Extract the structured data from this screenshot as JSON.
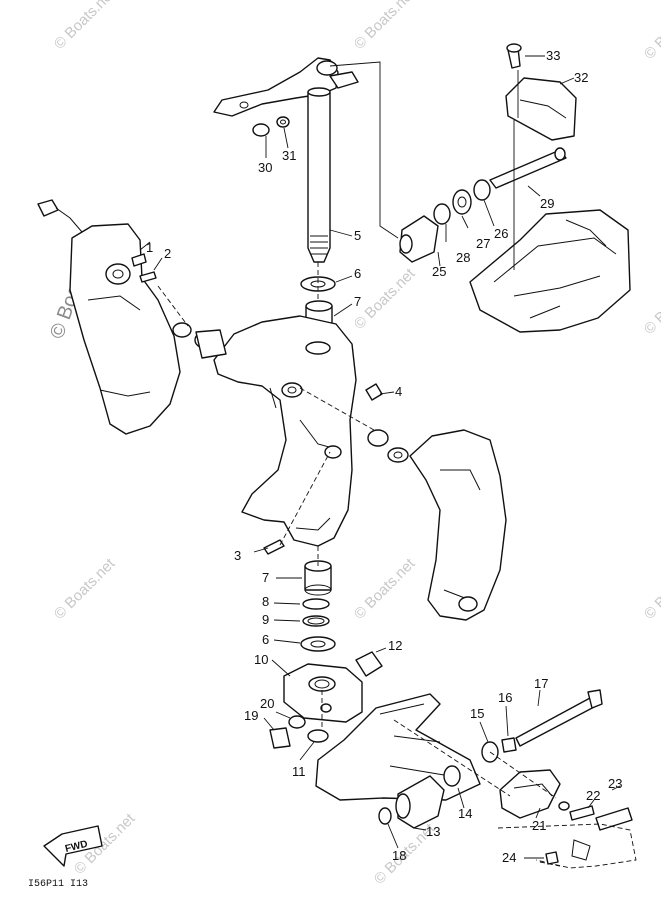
{
  "diagram": {
    "watermark": "© Boats.net",
    "fwd_label": "FWD",
    "drawing_code": "I56P11 I13",
    "callouts": [
      {
        "id": "c1",
        "label": "1"
      },
      {
        "id": "c2",
        "label": "2"
      },
      {
        "id": "c3",
        "label": "3"
      },
      {
        "id": "c4",
        "label": "4"
      },
      {
        "id": "c5",
        "label": "5"
      },
      {
        "id": "c6a",
        "label": "6"
      },
      {
        "id": "c6b",
        "label": "6"
      },
      {
        "id": "c7a",
        "label": "7"
      },
      {
        "id": "c7b",
        "label": "7"
      },
      {
        "id": "c8",
        "label": "8"
      },
      {
        "id": "c9",
        "label": "9"
      },
      {
        "id": "c10",
        "label": "10"
      },
      {
        "id": "c11",
        "label": "11"
      },
      {
        "id": "c12",
        "label": "12"
      },
      {
        "id": "c13",
        "label": "13"
      },
      {
        "id": "c14",
        "label": "14"
      },
      {
        "id": "c15",
        "label": "15"
      },
      {
        "id": "c16",
        "label": "16"
      },
      {
        "id": "c17",
        "label": "17"
      },
      {
        "id": "c18",
        "label": "18"
      },
      {
        "id": "c19",
        "label": "19"
      },
      {
        "id": "c20",
        "label": "20"
      },
      {
        "id": "c21",
        "label": "21"
      },
      {
        "id": "c22",
        "label": "22"
      },
      {
        "id": "c23",
        "label": "23"
      },
      {
        "id": "c24",
        "label": "24"
      },
      {
        "id": "c25",
        "label": "25"
      },
      {
        "id": "c26",
        "label": "26"
      },
      {
        "id": "c27",
        "label": "27"
      },
      {
        "id": "c28",
        "label": "28"
      },
      {
        "id": "c29",
        "label": "29"
      },
      {
        "id": "c30",
        "label": "30"
      },
      {
        "id": "c31",
        "label": "31"
      },
      {
        "id": "c32",
        "label": "32"
      },
      {
        "id": "c33",
        "label": "33"
      }
    ]
  }
}
